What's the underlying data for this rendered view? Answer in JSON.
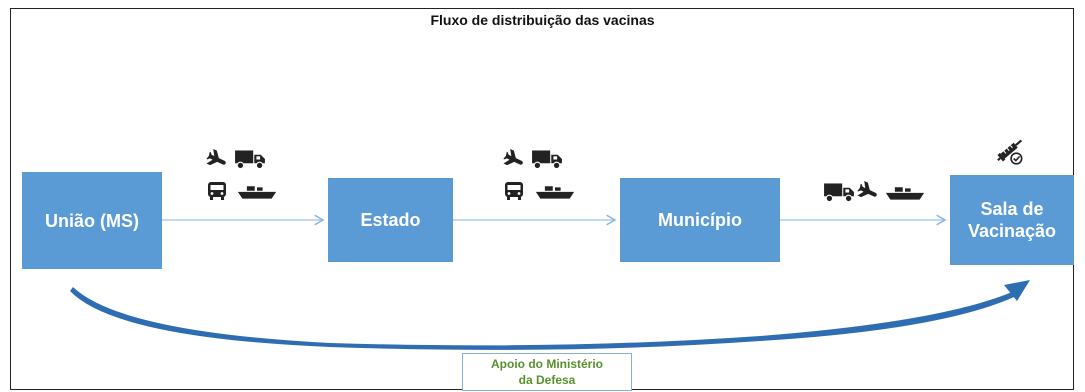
{
  "title": "Fluxo de distribuição das vacinas",
  "nodes": {
    "uniao": "União (MS)",
    "estado": "Estado",
    "municipio": "Município",
    "sala": "Sala de\nVacinação"
  },
  "support_label": "Apoio do Ministério\nda Defesa",
  "transport_groups": {
    "uniao_to_estado": [
      "airplane-icon",
      "truck-icon",
      "bus-icon",
      "ship-icon"
    ],
    "estado_to_municipio": [
      "airplane-icon",
      "truck-icon",
      "bus-icon",
      "ship-icon"
    ],
    "municipio_to_sala": [
      "truck-icon",
      "airplane-icon",
      "ship-icon"
    ],
    "sala": [
      "syringe-icon"
    ]
  },
  "colors": {
    "node_fill": "#5b9bd5",
    "connector": "#9dc3e6",
    "support_text": "#5a8f2e"
  }
}
